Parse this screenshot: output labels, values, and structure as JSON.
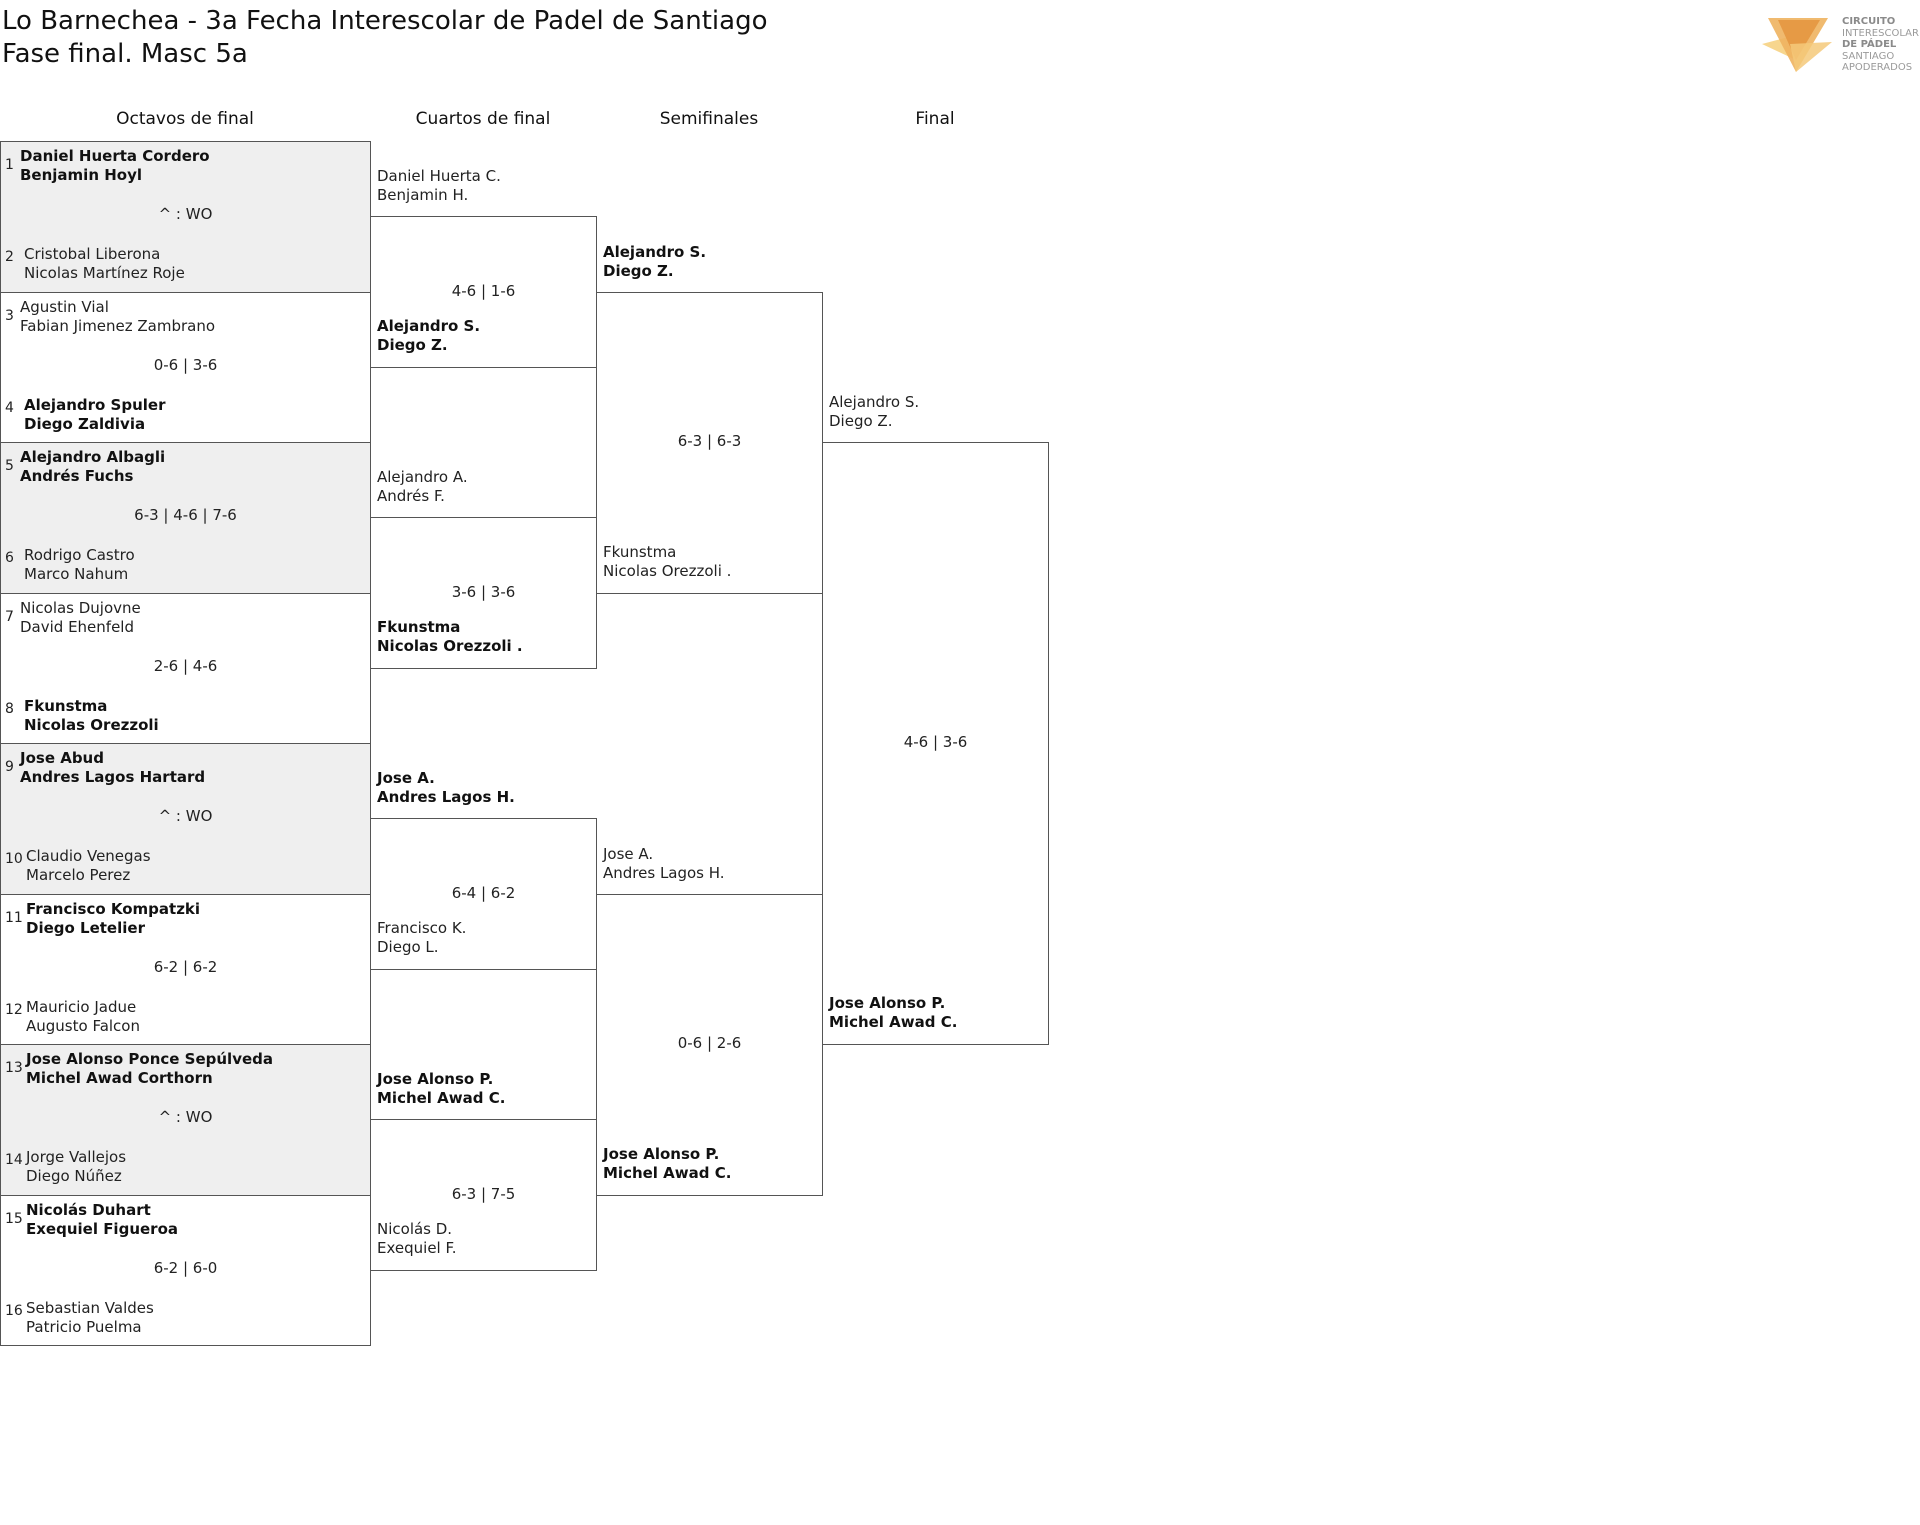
{
  "title": {
    "line1": "Lo Barnechea - 3a Fecha Interescolar de Padel de Santiago",
    "line2": "Fase final. Masc 5a"
  },
  "logo": {
    "l1": "CIRCUITO",
    "l2": "INTERESCOLAR",
    "l3": "DE PÁDEL",
    "l4": "SANTIAGO",
    "l5": "APODERADOS",
    "colors": [
      "#f5c97a",
      "#e69a45"
    ]
  },
  "rounds": [
    "Octavos de final",
    "Cuartos de final",
    "Semifinales",
    "Final"
  ],
  "r16": [
    {
      "score": "^ : WO",
      "top": {
        "seed": "1",
        "p1": "Daniel Huerta Cordero",
        "p2": "Benjamin Hoyl"
      },
      "bot": {
        "seed": "2",
        "p1": "Cristobal Liberona",
        "p2": "Nicolas Martínez Roje"
      }
    },
    {
      "score": "0-6 | 3-6",
      "top": {
        "seed": "3",
        "p1": "Agustin Vial",
        "p2": "Fabian Jimenez Zambrano"
      },
      "bot": {
        "seed": "4",
        "p1": "Alejandro Spuler",
        "p2": "Diego Zaldivia"
      }
    },
    {
      "score": "6-3 | 4-6 | 7-6",
      "top": {
        "seed": "5",
        "p1": "Alejandro Albagli",
        "p2": "Andrés Fuchs"
      },
      "bot": {
        "seed": "6",
        "p1": "Rodrigo Castro",
        "p2": "Marco Nahum"
      }
    },
    {
      "score": "2-6 | 4-6",
      "top": {
        "seed": "7",
        "p1": "Nicolas Dujovne",
        "p2": "David Ehenfeld"
      },
      "bot": {
        "seed": "8",
        "p1": "Fkunstma",
        "p2": "Nicolas Orezzoli"
      }
    },
    {
      "score": "^ : WO",
      "top": {
        "seed": "9",
        "p1": "Jose Abud",
        "p2": "Andres Lagos Hartard"
      },
      "bot": {
        "seed": "10",
        "p1": "Claudio Venegas",
        "p2": "Marcelo Perez"
      }
    },
    {
      "score": "6-2 | 6-2",
      "top": {
        "seed": "11",
        "p1": "Francisco Kompatzki",
        "p2": "Diego Letelier"
      },
      "bot": {
        "seed": "12",
        "p1": "Mauricio Jadue",
        "p2": "Augusto Falcon"
      }
    },
    {
      "score": "^ : WO",
      "top": {
        "seed": "13",
        "p1": "Jose Alonso Ponce Sepúlveda",
        "p2": "Michel Awad Corthorn"
      },
      "bot": {
        "seed": "14",
        "p1": "Jorge Vallejos",
        "p2": "Diego Núñez"
      }
    },
    {
      "score": "6-2 | 6-0",
      "top": {
        "seed": "15",
        "p1": "Nicolás Duhart",
        "p2": "Exequiel Figueroa"
      },
      "bot": {
        "seed": "16",
        "p1": "Sebastian Valdes",
        "p2": "Patricio Puelma"
      }
    }
  ],
  "qf": [
    {
      "score": "4-6 | 1-6",
      "top": {
        "p1": "Daniel Huerta C.",
        "p2": "Benjamin H."
      },
      "bot": {
        "p1": "Alejandro S.",
        "p2": "Diego Z."
      }
    },
    {
      "score": "3-6 | 3-6",
      "top": {
        "p1": "Alejandro A.",
        "p2": "Andrés F."
      },
      "bot": {
        "p1": "Fkunstma",
        "p2": "Nicolas Orezzoli ."
      }
    },
    {
      "score": "6-4 | 6-2",
      "top": {
        "p1": "Jose A.",
        "p2": "Andres Lagos H."
      },
      "bot": {
        "p1": "Francisco K.",
        "p2": "Diego L."
      }
    },
    {
      "score": "6-3 | 7-5",
      "top": {
        "p1": "Jose Alonso P.",
        "p2": "Michel Awad C."
      },
      "bot": {
        "p1": "Nicolás D.",
        "p2": "Exequiel F."
      }
    }
  ],
  "sf": [
    {
      "score": "6-3 | 6-3",
      "top": {
        "p1": "Alejandro S.",
        "p2": "Diego Z."
      },
      "bot": {
        "p1": "Fkunstma",
        "p2": "Nicolas Orezzoli ."
      }
    },
    {
      "score": "0-6 | 2-6",
      "top": {
        "p1": "Jose A.",
        "p2": "Andres Lagos H."
      },
      "bot": {
        "p1": "Jose Alonso P.",
        "p2": "Michel Awad C."
      }
    }
  ],
  "final": {
    "score": "4-6 | 3-6",
    "top": {
      "p1": "Alejandro S.",
      "p2": "Diego Z."
    },
    "bot": {
      "p1": "Jose Alonso P.",
      "p2": "Michel Awad C."
    }
  }
}
